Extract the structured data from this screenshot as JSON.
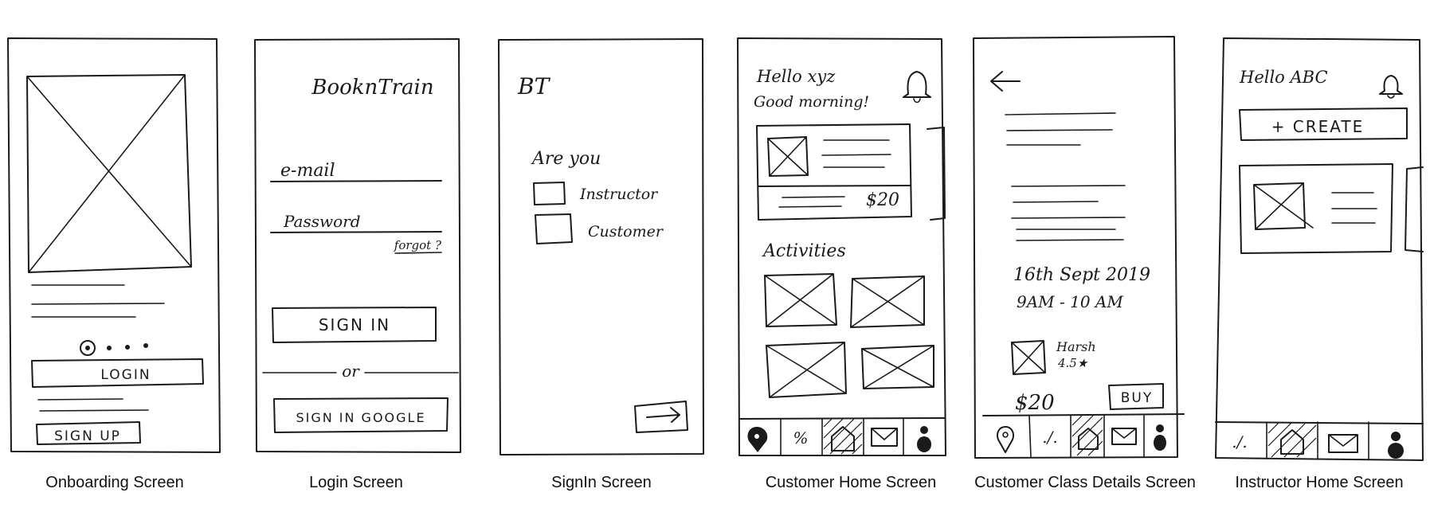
{
  "captions": {
    "onboarding": "Onboarding Screen",
    "login": "Login Screen",
    "signin": "SignIn Screen",
    "customer_home": "Customer Home Screen",
    "class_details": "Customer Class Details Screen",
    "instructor_home": "Instructor Home Screen"
  },
  "onboarding": {
    "login_label": "LOGIN",
    "signup_label": "SIGN UP"
  },
  "login": {
    "app_name": "BooknTrain",
    "email_label": "e-mail",
    "password_label": "Password",
    "forgot_label": "forgot ?",
    "signin_label": "SIGN IN",
    "or_label": "or",
    "google_label": "SIGN IN GOOGLE"
  },
  "signin": {
    "logo": "BT",
    "question": "Are you",
    "option_instructor": "Instructor",
    "option_customer": "Customer"
  },
  "customer_home": {
    "greeting": "Hello xyz",
    "subgreeting": "Good morning!",
    "price": "$20",
    "activities_label": "Activities"
  },
  "class_details": {
    "date": "16th Sept 2019",
    "time": "9AM - 10 AM",
    "instructor_name": "Harsh",
    "rating": "4.5★",
    "price": "$20",
    "buy_label": "BUY"
  },
  "instructor_home": {
    "greeting": "Hello ABC",
    "create_label": "+ CREATE"
  },
  "icons": {
    "percent_glyph": "%",
    "percent_glyph_alt": "./."
  }
}
